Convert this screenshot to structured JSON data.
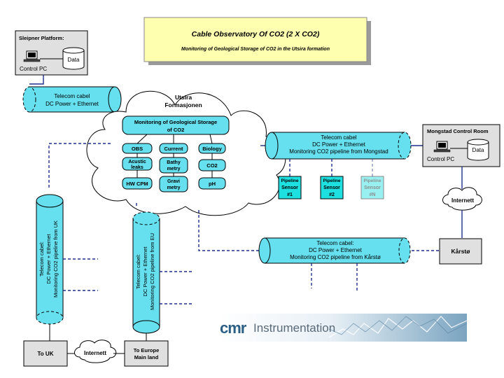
{
  "title": {
    "main": "Cable Observatory Of CO2 (2 X CO2)",
    "sub": "Monitoring of Geological Storage of CO2 in the Utsira formation"
  },
  "sleipner": {
    "title": "Sleipner Platform:",
    "data": "Data",
    "pc": "Control PC"
  },
  "mongstad": {
    "title": "Mongstad Control Room",
    "data": "Data",
    "pc": "Control PC"
  },
  "utsira": {
    "line1": "Utsira",
    "line2": "Formasjonen"
  },
  "cables": {
    "sleipner": {
      "line1": "Telecom cabel",
      "line2": "DC Power + Ethernet"
    },
    "mongstad": {
      "line1": "Telecom cabel",
      "line2": "DC Power + Ethernet",
      "line3": "Monitoring CO2 pipeline from Mongstad"
    },
    "karsto": {
      "line1": "Telecom cabel:",
      "line2": "DC Power + Ethernet",
      "line3": "Monitoring CO2 pipeline from Kårstø"
    },
    "uk": {
      "line1": "Telecom cabel:",
      "line2": "DC Power + Ethernet",
      "line3": "Monitoring CO2 pipeline from UK"
    },
    "eu": {
      "line1": "Telecom cabel:",
      "line2": "DC Power + Ethernet",
      "line3": "Monitoring CO2 pipeline from EU"
    }
  },
  "monitoring": {
    "header_line1": "Monitoring of Geological Storage",
    "header_line2": "of CO2",
    "obs": "OBS",
    "current": "Current",
    "biology": "Biology",
    "acustic_1": "Acustic",
    "acustic_2": "leaks",
    "bathy_1": "Bathy",
    "bathy_2": "metry",
    "co2": "CO2",
    "hwcpm": "HW CPM",
    "gravi_1": "Gravi",
    "gravi_2": "metry",
    "ph": "pH"
  },
  "sensors": [
    {
      "line1": "Pipeline",
      "line2": "Sensor",
      "line3": "#1"
    },
    {
      "line1": "Pipeline",
      "line2": "Sensor",
      "line3": "#2"
    },
    {
      "line1": "Pipeline",
      "line2": "Sensor",
      "line3": "#N"
    }
  ],
  "internet_right": "Internett",
  "internet_bottom": "Internett",
  "karsto_box": "Kårstø",
  "to_uk": "To UK",
  "to_europe_1": "To Europe",
  "to_europe_2": "Main land",
  "logo": {
    "mark": "cmr",
    "text": "Instrumentation"
  },
  "colors": {
    "cable": "#66e0ee",
    "sensor": "#1ee0e0",
    "title_bg": "#ffffb0",
    "dash_line": "#1f2f8f"
  }
}
